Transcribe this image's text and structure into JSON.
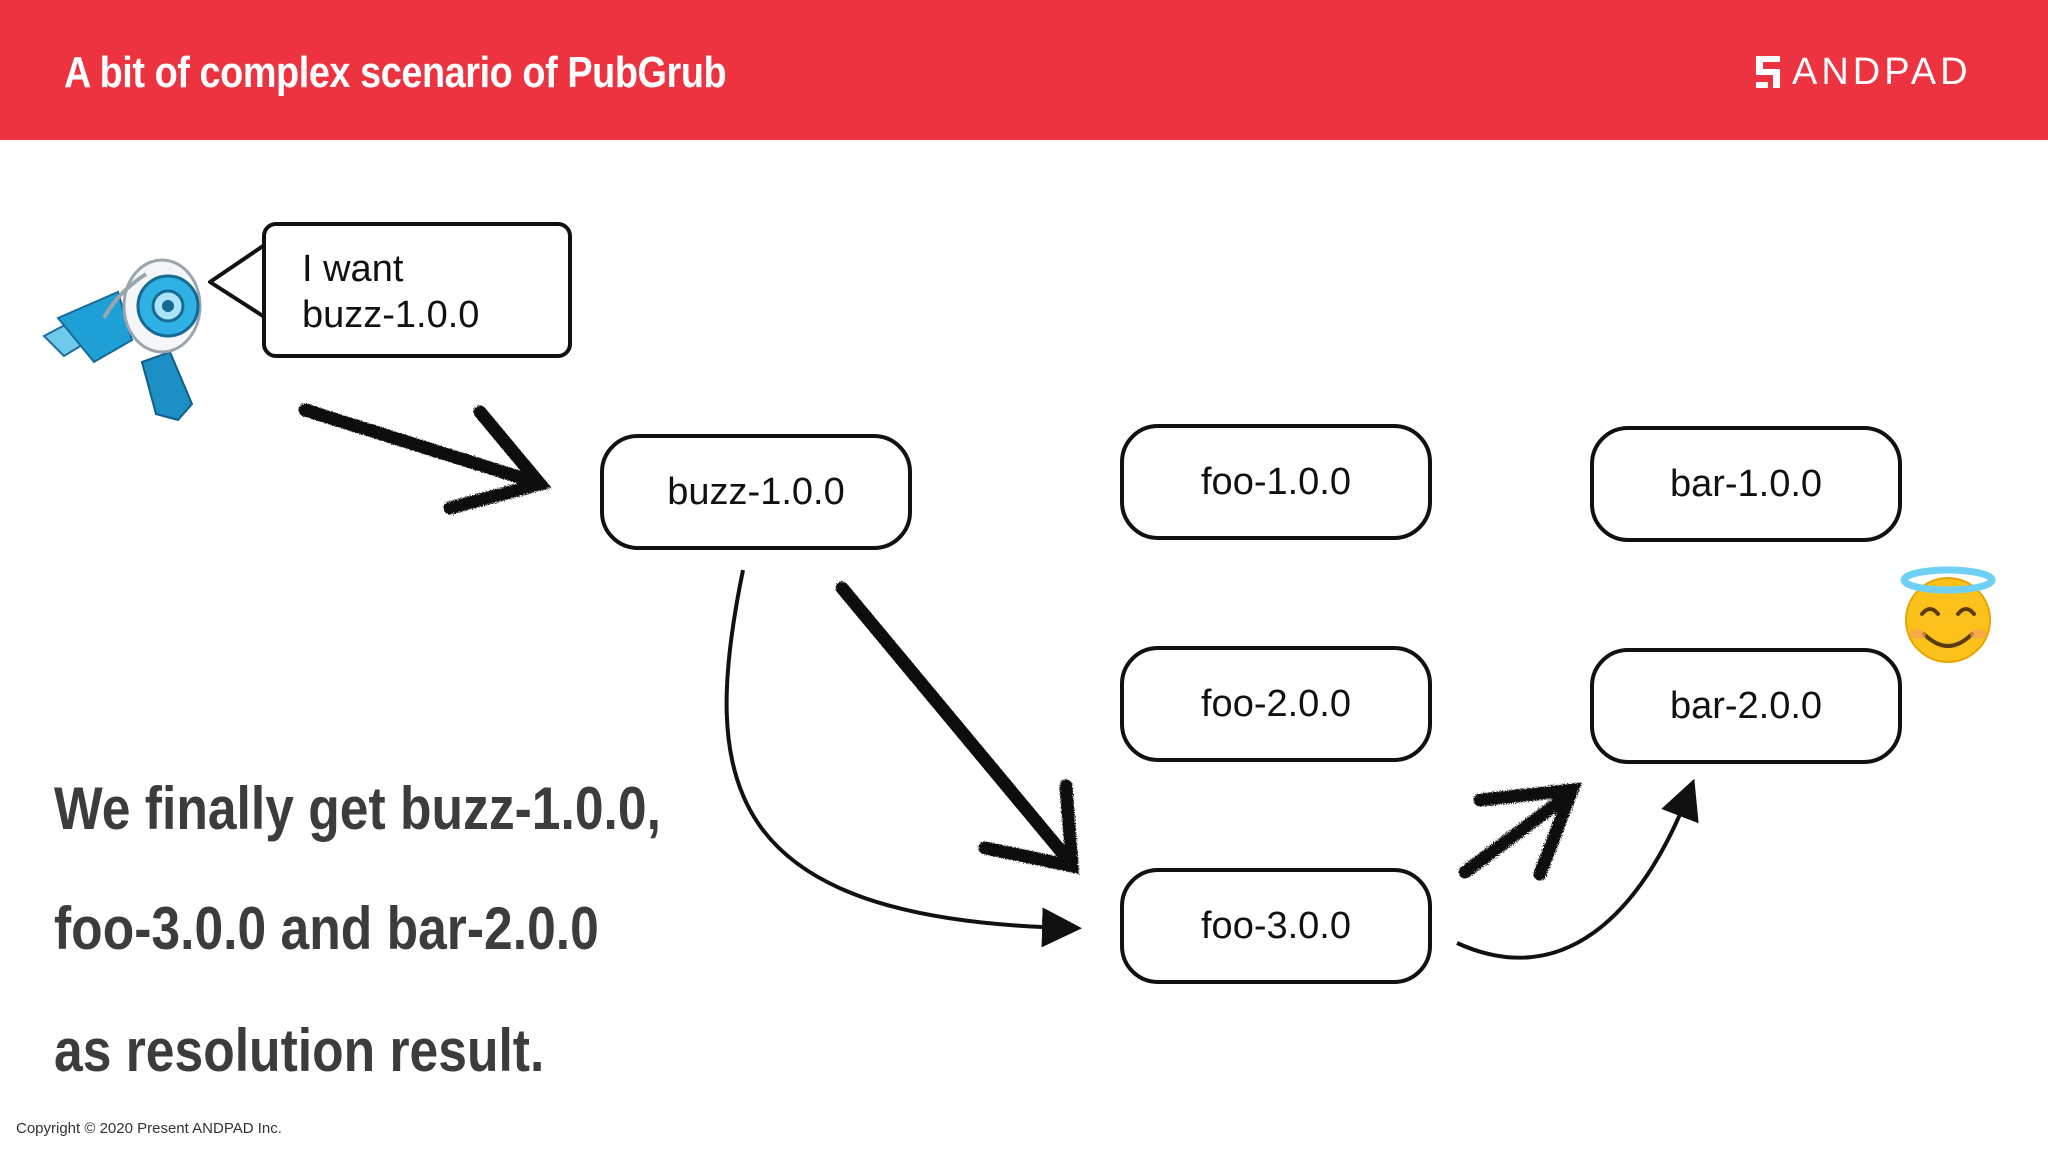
{
  "header": {
    "title": "A bit of complex scenario of PubGrub",
    "brand": "ANDPAD",
    "accent_color": "#ee3340"
  },
  "speech_bubble": {
    "line1": "I want",
    "line2": "buzz-1.0.0"
  },
  "nodes": {
    "buzz": "buzz-1.0.0",
    "foo1": "foo-1.0.0",
    "foo2": "foo-2.0.0",
    "foo3": "foo-3.0.0",
    "bar1": "bar-1.0.0",
    "bar2": "bar-2.0.0"
  },
  "result": {
    "line1": "We finally get buzz-1.0.0,",
    "line2": "foo-3.0.0 and bar-2.0.0",
    "line3": "as resolution result."
  },
  "icons": {
    "tape_dispenser": "tape-dispenser-icon",
    "angel_emoji": "smiling-face-with-halo-icon",
    "logo_mark": "andpad-logo-mark-icon"
  },
  "footer": {
    "copyright": "Copyright © 2020 Present ANDPAD Inc."
  }
}
